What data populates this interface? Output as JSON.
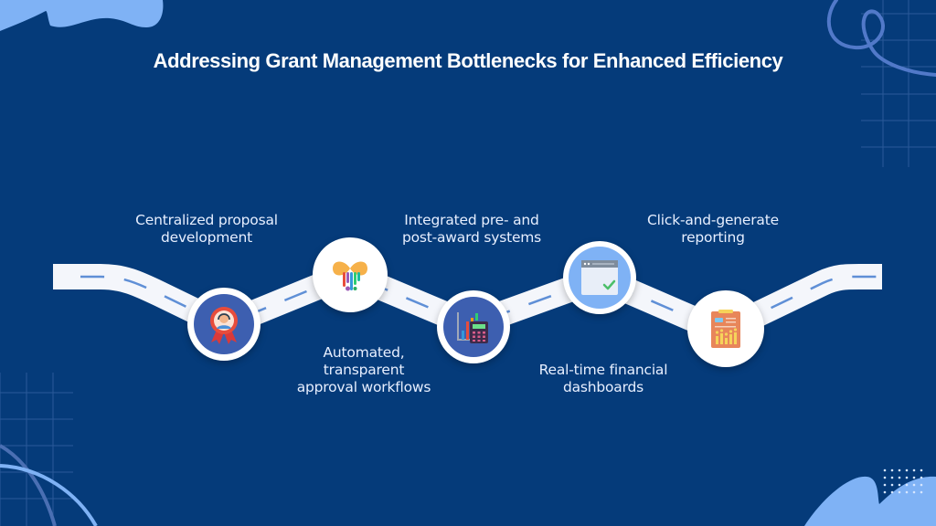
{
  "title": "Addressing Grant Management Bottlenecks for Enhanced Efficiency",
  "steps": [
    {
      "label_line1": "Centralized proposal",
      "label_line2": "development",
      "icon": "award-ribbon-headset-icon",
      "position": "above"
    },
    {
      "label_line1": "Automated,",
      "label_line2": "transparent",
      "label_line3": "approval workflows",
      "icon": "infinity-paint-drip-icon",
      "position": "below"
    },
    {
      "label_line1": "Integrated pre- and",
      "label_line2": "post-award systems",
      "icon": "chart-calculator-icon",
      "position": "above"
    },
    {
      "label_line1": "Real-time financial",
      "label_line2": "dashboards",
      "icon": "browser-window-check-icon",
      "position": "below"
    },
    {
      "label_line1": "Click-and-generate",
      "label_line2": "reporting",
      "icon": "clipboard-report-chart-icon",
      "position": "above"
    }
  ],
  "colors": {
    "background": "#053b7a",
    "accent_light_blue": "#7fb2f5",
    "road": "#f4f6fb",
    "road_dash": "#5f8fd6",
    "node_dark_fill": "#3d5fb0",
    "text": "#e7efff"
  }
}
